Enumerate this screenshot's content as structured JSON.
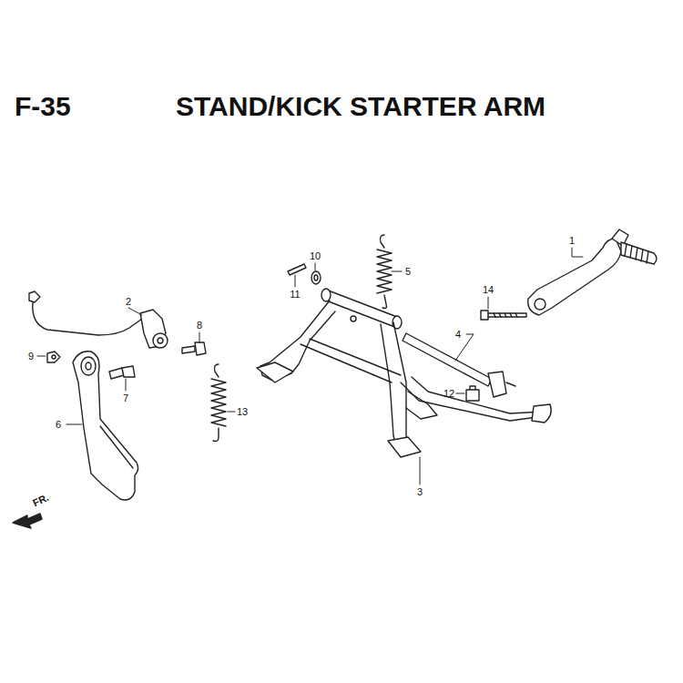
{
  "diagram": {
    "title": "STAND/KICK STARTER ARM",
    "labels": [
      "F-35",
      "1",
      "2",
      "3",
      "4",
      "5",
      "6",
      "7",
      "8",
      "9",
      "10",
      "11",
      "12",
      "13",
      "14",
      "FR."
    ]
  }
}
